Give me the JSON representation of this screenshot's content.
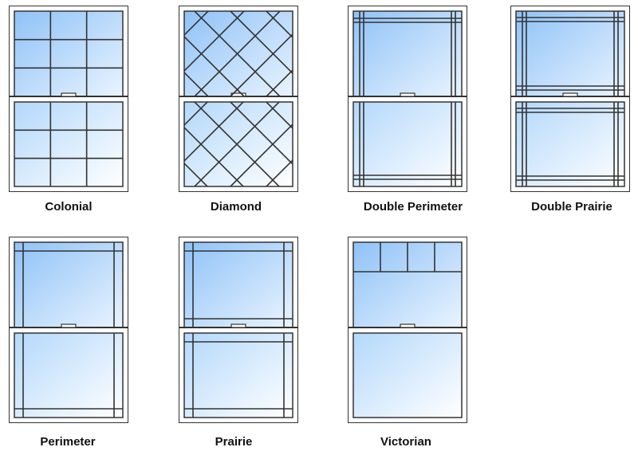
{
  "colors": {
    "frame": "#333333",
    "frame_fill": "#ffffff",
    "glass_top_dark": "#8fc2f7",
    "glass_top_light": "#e9f4ff",
    "glass_bottom_dark": "#b3d8fb",
    "glass_bottom_light": "#ffffff",
    "caption": "#111111"
  },
  "windows": [
    {
      "label": "Colonial",
      "pattern": "colonial",
      "icon": "colonial-grille-window"
    },
    {
      "label": "Diamond",
      "pattern": "diamond",
      "icon": "diamond-grille-window"
    },
    {
      "label": "Double Perimeter",
      "pattern": "double-perimeter",
      "icon": "double-perimeter-grille-window"
    },
    {
      "label": "Double Prairie",
      "pattern": "double-prairie",
      "icon": "double-prairie-grille-window"
    },
    {
      "label": "Perimeter",
      "pattern": "perimeter",
      "icon": "perimeter-grille-window"
    },
    {
      "label": "Prairie",
      "pattern": "prairie",
      "icon": "prairie-grille-window"
    },
    {
      "label": "Victorian",
      "pattern": "victorian",
      "icon": "victorian-grille-window"
    }
  ]
}
